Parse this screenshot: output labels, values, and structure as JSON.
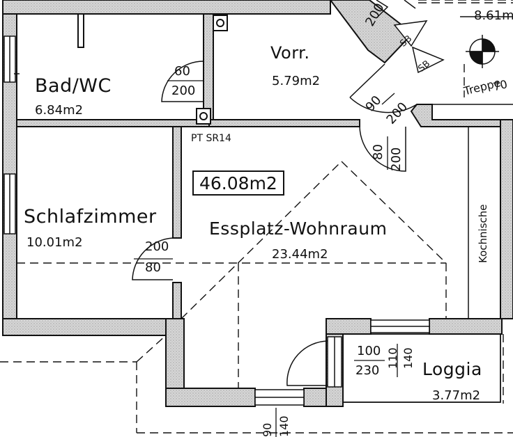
{
  "rooms": {
    "bad": {
      "name": "Bad/WC",
      "area": "6.84m2"
    },
    "vorraum": {
      "name": "Vorr.",
      "area": "5.79m2"
    },
    "schlafzimmer": {
      "name": "Schlafzimmer",
      "area": "10.01m2"
    },
    "wohnraum": {
      "name": "Essplatz-Wohnraum",
      "area": "23.44m2"
    },
    "loggia": {
      "name": "Loggia",
      "area": "3.77m2"
    },
    "neighbor": {
      "area": "8.61m"
    },
    "kochnische": {
      "name": "Kochnische"
    }
  },
  "total_area": "46.08m2",
  "shaft_label": "PT SR14",
  "stair_label": "Treppe",
  "stair_number": "70",
  "door_dims": {
    "bad": {
      "width": "60",
      "height": "200"
    },
    "vorraum": {
      "width": "90",
      "height": "200"
    },
    "wohnraum": {
      "width": "80",
      "height": "200"
    },
    "schlafzimmer": {
      "width": "80",
      "height": "200"
    },
    "top_right": {
      "height": "200"
    },
    "loggia_window": {
      "width": "100",
      "height": "230",
      "parapet": "110",
      "h2": "140"
    },
    "bottom_window": {
      "a": "90",
      "b": "140"
    }
  },
  "markers": {
    "sb": "SB"
  }
}
